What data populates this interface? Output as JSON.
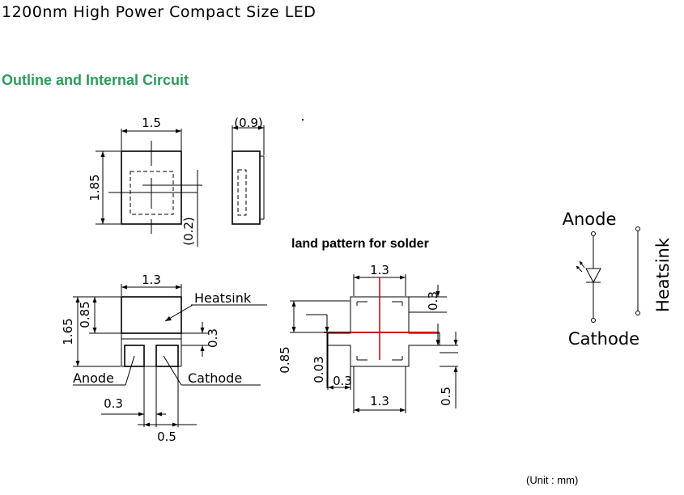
{
  "header": {
    "title": "1200nm High Power Compact Size LED",
    "section_title": "Outline and Internal Circuit"
  },
  "top_view": {
    "width": "1.5",
    "height": "1.85",
    "offset": "(0.2)"
  },
  "side_view": {
    "thickness": "(0.9)"
  },
  "bottom_view": {
    "width": "1.3",
    "total_height": "1.65",
    "upper_height": "0.85",
    "gap": "0.3",
    "pad_width": "0.3",
    "pad_pitch": "0.5",
    "heatsink_label": "Heatsink",
    "anode_label": "Anode",
    "cathode_label": "Cathode"
  },
  "land_pattern": {
    "title": "land pattern for solder",
    "top_width": "1.3",
    "bottom_width": "1.3",
    "right_top": "0.3",
    "right_bottom": "0.5",
    "left_height": "0.85",
    "left_small": "0.03",
    "bottom_small": "0.3",
    "center_line_color": "#cc0000"
  },
  "circuit": {
    "anode": "Anode",
    "cathode": "Cathode",
    "heatsink": "Heatsink"
  },
  "footer": {
    "unit": "(Unit : mm)"
  }
}
